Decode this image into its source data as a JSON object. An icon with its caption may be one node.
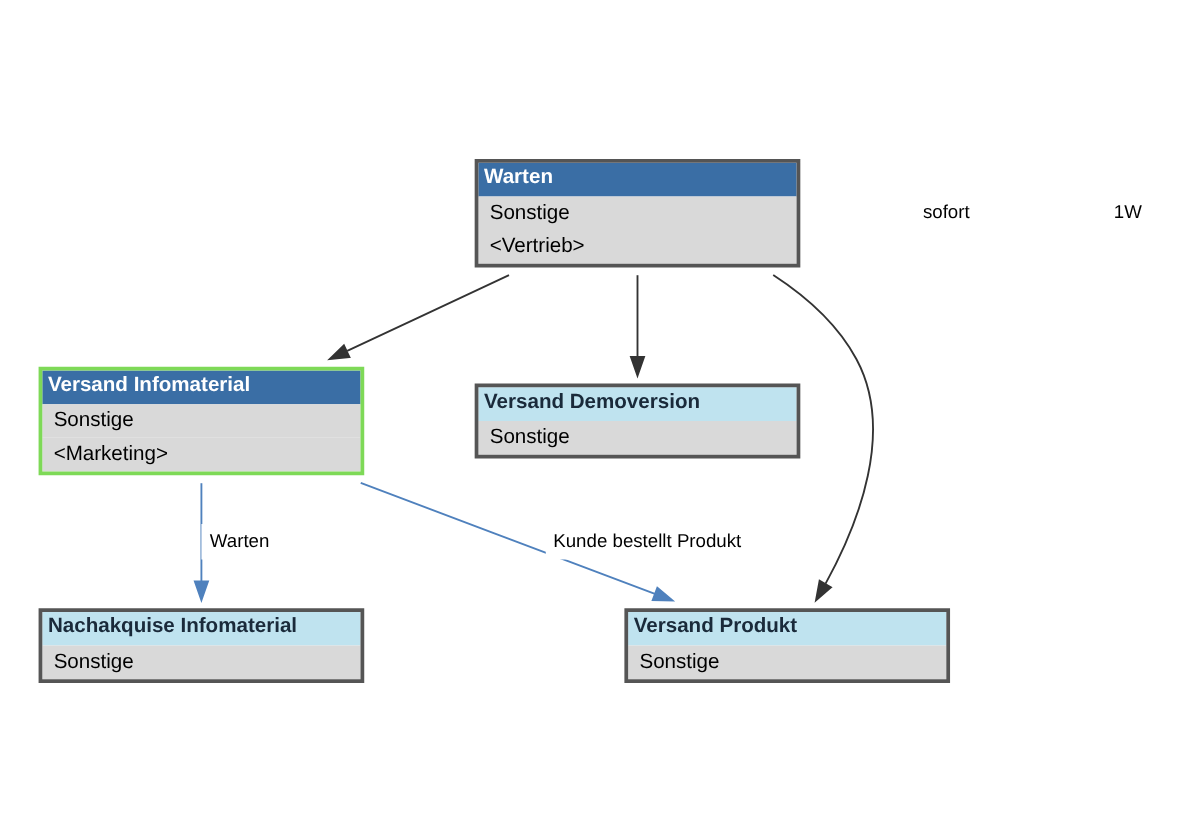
{
  "diagram": {
    "nodes": [
      {
        "text": [
          "Warten",
          "Sonstige",
          "<Vertrieb>"
        ]
      },
      {
        "text": [
          "Versand Infomaterial",
          "Sonstige",
          "<Marketing>"
        ]
      },
      {
        "text": [
          "Versand Demoversion",
          "Sonstige"
        ]
      },
      {
        "text": [
          "Versand Produkt",
          "Sonstige"
        ]
      },
      {
        "text": [
          "Nachakquise Infomaterial",
          "Sonstige"
        ]
      }
    ],
    "edges": [
      {
        "from": 0,
        "to": 1,
        "arrow": "to"
      },
      {
        "from": 0,
        "to": 2,
        "arrow": "to"
      },
      {
        "from": 0,
        "to": 3,
        "arrow": "to"
      },
      {
        "from": 1,
        "to": 3,
        "arrow": "to",
        "label": "Kunde bestellt Produkt",
        "color": "#4f81bd"
      },
      {
        "from": 1,
        "to": 4,
        "arrow": "to",
        "label": "Warten",
        "color": "#4f81bd"
      }
    ],
    "labels": [
      "sofort",
      "1W"
    ]
  }
}
